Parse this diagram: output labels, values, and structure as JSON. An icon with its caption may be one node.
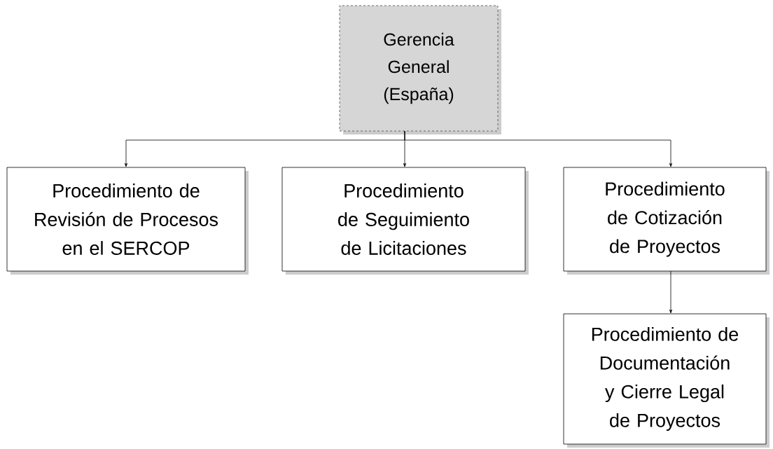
{
  "diagram": {
    "nodes": [
      {
        "text": [
          "Gerencia General (España)"
        ]
      },
      {
        "text": [
          "Procedimiento de Revisión de Procesos en el SERCOP"
        ]
      },
      {
        "text": [
          "Procedimiento de Seguimiento de Licitaciones"
        ]
      },
      {
        "text": [
          "Procedimiento de Cotización de Proyectos"
        ]
      },
      {
        "text": [
          "Procedimiento de Documentación y Cierre Legal de Proyectos"
        ]
      }
    ],
    "edges": [
      {
        "from": 0,
        "to": 1,
        "arrow": "to"
      },
      {
        "from": 0,
        "to": 2,
        "arrow": "to"
      },
      {
        "from": 0,
        "to": 3,
        "arrow": "to"
      },
      {
        "from": 3,
        "to": 4,
        "arrow": "to"
      }
    ]
  }
}
